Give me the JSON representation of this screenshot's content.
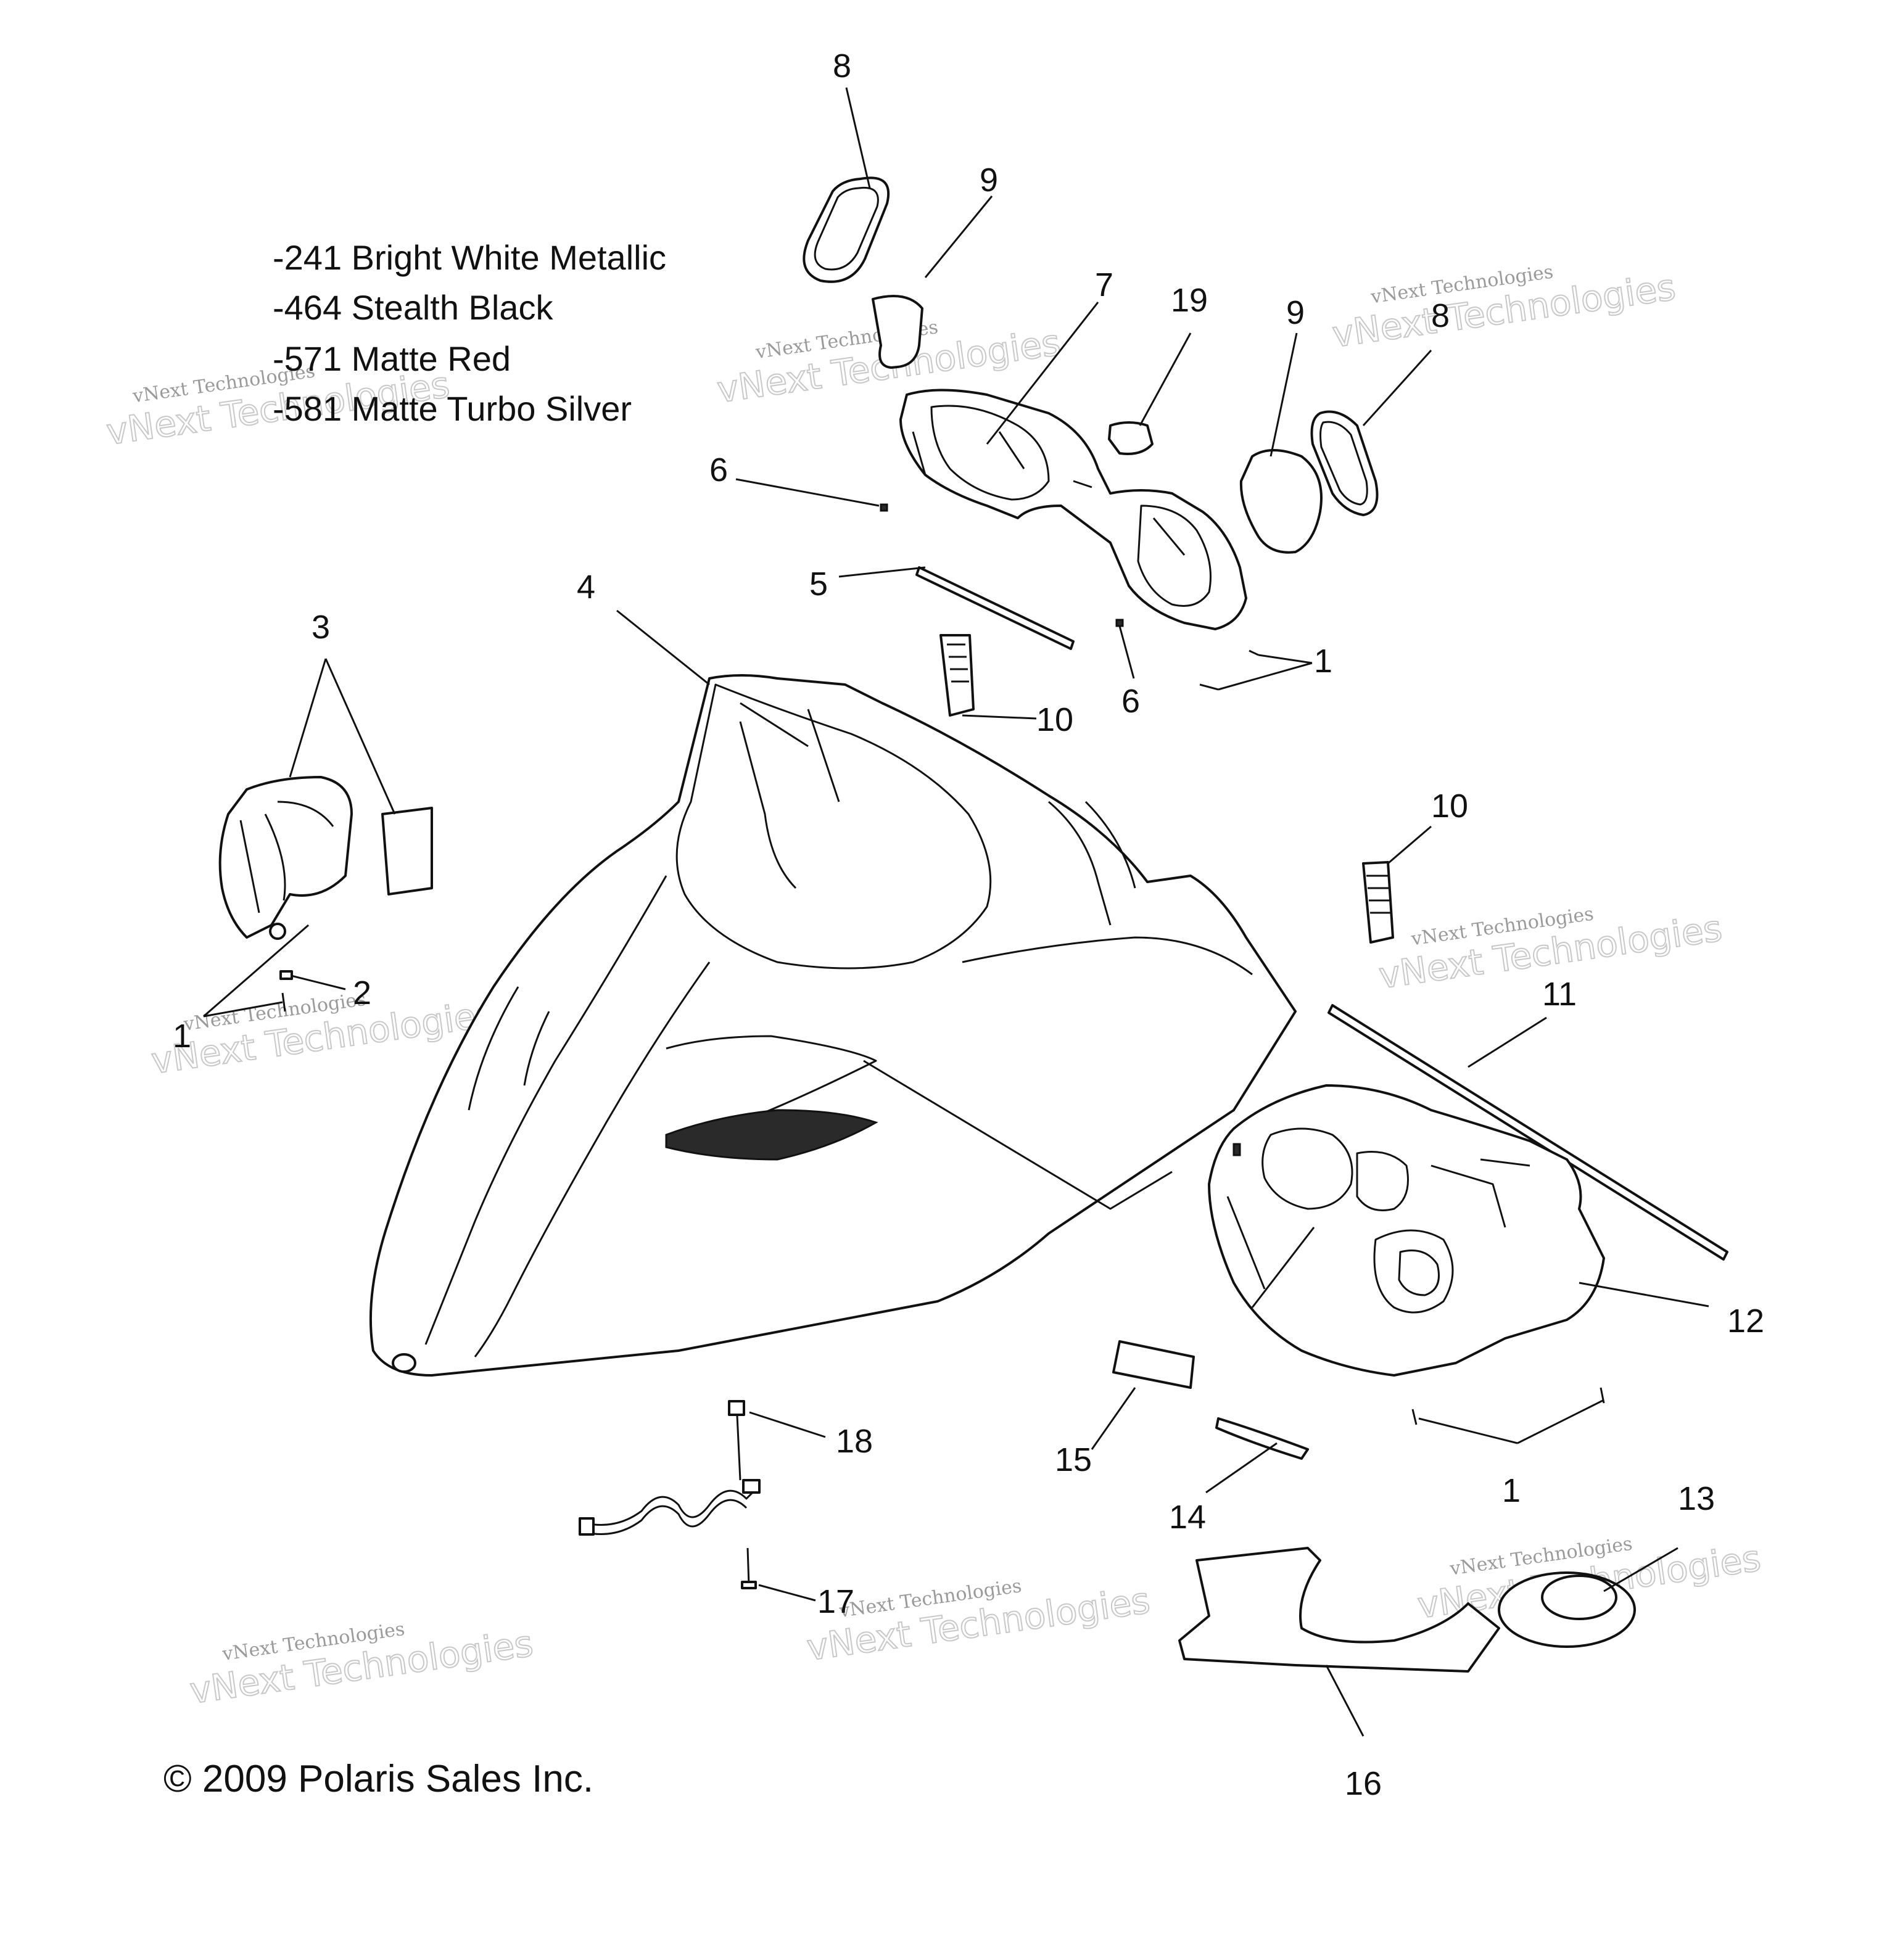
{
  "legend": {
    "colors": [
      "-241 Bright White Metallic",
      "-464 Stealth Black",
      "-571  Matte Red",
      "-581 Matte Turbo Silver"
    ]
  },
  "callouts": {
    "c8a": "8",
    "c9a": "9",
    "c7": "7",
    "c19": "19",
    "c9b": "9",
    "c8b": "8",
    "c6a": "6",
    "c5": "5",
    "c4": "4",
    "c3": "3",
    "c10a": "10",
    "c6b": "6",
    "c1a": "1",
    "c10b": "10",
    "c2": "2",
    "c1b": "1",
    "c11": "11",
    "c12": "12",
    "c18": "18",
    "c15": "15",
    "c14": "14",
    "c1c": "1",
    "c13": "13",
    "c17": "17",
    "c16": "16"
  },
  "copyright": "© 2009 Polaris Sales Inc.",
  "watermark": {
    "line1": "vNext Technologies",
    "line2": "vNext Technologies"
  }
}
